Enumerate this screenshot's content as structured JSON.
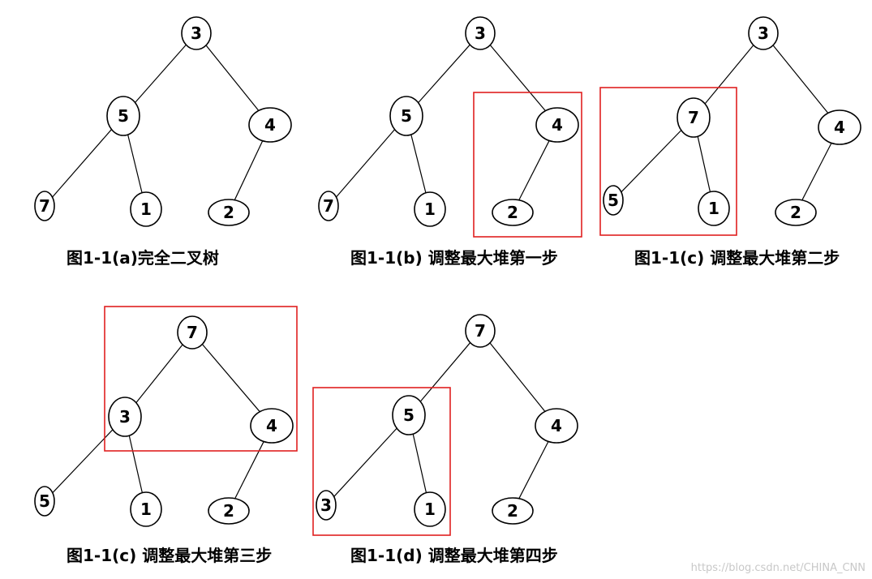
{
  "colors": {
    "highlight_box": "#e02020",
    "stroke": "#000000",
    "watermark": "#c8c8c8"
  },
  "trees": [
    {
      "caption": "图1-1(a)完全二叉树",
      "nodes": [
        "3",
        "5",
        "4",
        "7",
        "1",
        "2"
      ],
      "highlight": "none"
    },
    {
      "caption": "图1-1(b) 调整最大堆第一步",
      "nodes": [
        "3",
        "5",
        "4",
        "7",
        "1",
        "2"
      ],
      "highlight": "right-subtree"
    },
    {
      "caption": "图1-1(c) 调整最大堆第二步",
      "nodes": [
        "3",
        "7",
        "4",
        "5",
        "1",
        "2"
      ],
      "highlight": "left-subtree"
    },
    {
      "caption": "图1-1(c) 调整最大堆第三步",
      "nodes": [
        "7",
        "3",
        "4",
        "5",
        "1",
        "2"
      ],
      "highlight": "top"
    },
    {
      "caption": "图1-1(d) 调整最大堆第四步",
      "nodes": [
        "7",
        "5",
        "4",
        "3",
        "1",
        "2"
      ],
      "highlight": "left-subtree"
    }
  ],
  "watermark": "https://blog.csdn.net/CHINA_CNN"
}
